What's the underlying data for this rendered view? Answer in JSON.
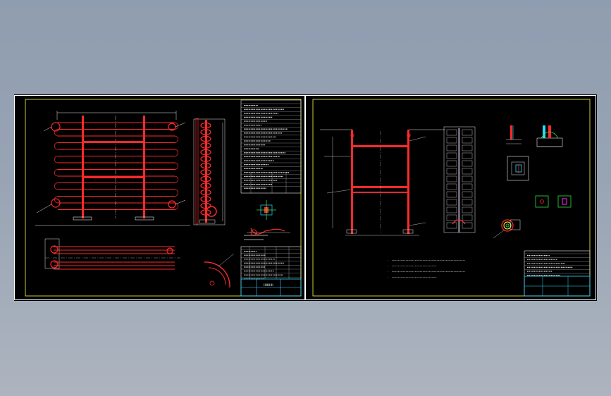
{
  "viewport": {
    "background": "#000000"
  },
  "colors": {
    "frame": "#ffff3c",
    "pipe": "#ff2a2a",
    "dim": "#e6e6e6",
    "cyan": "#30d8ff",
    "green": "#30e040",
    "magenta": "#ff30ff",
    "yellow": "#ffff3c",
    "table_white": "#f0f0f0"
  },
  "sheets": [
    {
      "id": "sheet-1",
      "title_block_code": "HHHHH"
    },
    {
      "id": "sheet-2",
      "notes": [
        "·",
        "·",
        "·",
        "·"
      ]
    }
  ]
}
